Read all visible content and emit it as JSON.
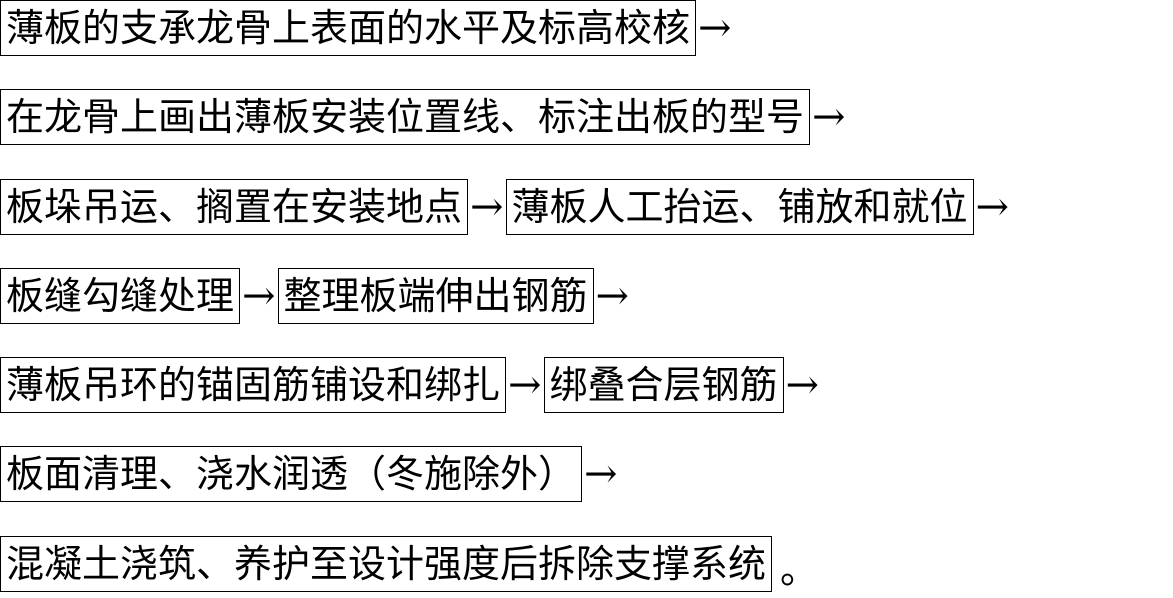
{
  "steps": {
    "s1": "薄板的支承龙骨上表面的水平及标高校核",
    "s2": "在龙骨上画出薄板安装位置线、标注出板的型号",
    "s3": "板垛吊运、搁置在安装地点",
    "s4": "薄板人工抬运、铺放和就位",
    "s5": "板缝勾缝处理",
    "s6": "整理板端伸出钢筋",
    "s7": "薄板吊环的锚固筋铺设和绑扎",
    "s8": "绑叠合层钢筋",
    "s9": "板面清理、浇水润透（冬施除外）",
    "s10": "混凝土浇筑、养护至设计强度后拆除支撑系统"
  },
  "connector": "→",
  "end_mark": "。"
}
